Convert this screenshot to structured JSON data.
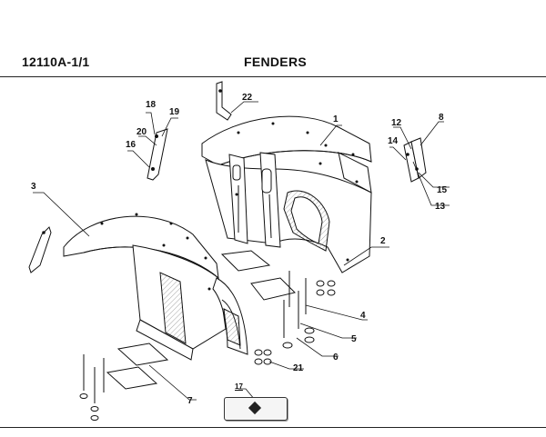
{
  "header": {
    "code": "12110A-1/1",
    "title": "FENDERS"
  },
  "callouts": {
    "c1": "1",
    "c2": "2",
    "c3": "3",
    "c4": "4",
    "c5": "5",
    "c6": "6",
    "c7": "7",
    "c8": "8",
    "c12": "12",
    "c13": "13",
    "c14": "14",
    "c15": "15",
    "c16": "16",
    "c18": "18",
    "c19": "19",
    "c20": "20",
    "c21": "21",
    "c22": "22"
  },
  "reference_badge": {
    "number": "17",
    "icon": "diamond-icon"
  },
  "colors": {
    "line": "#111111",
    "hatch": "#555555",
    "background": "#ffffff"
  }
}
